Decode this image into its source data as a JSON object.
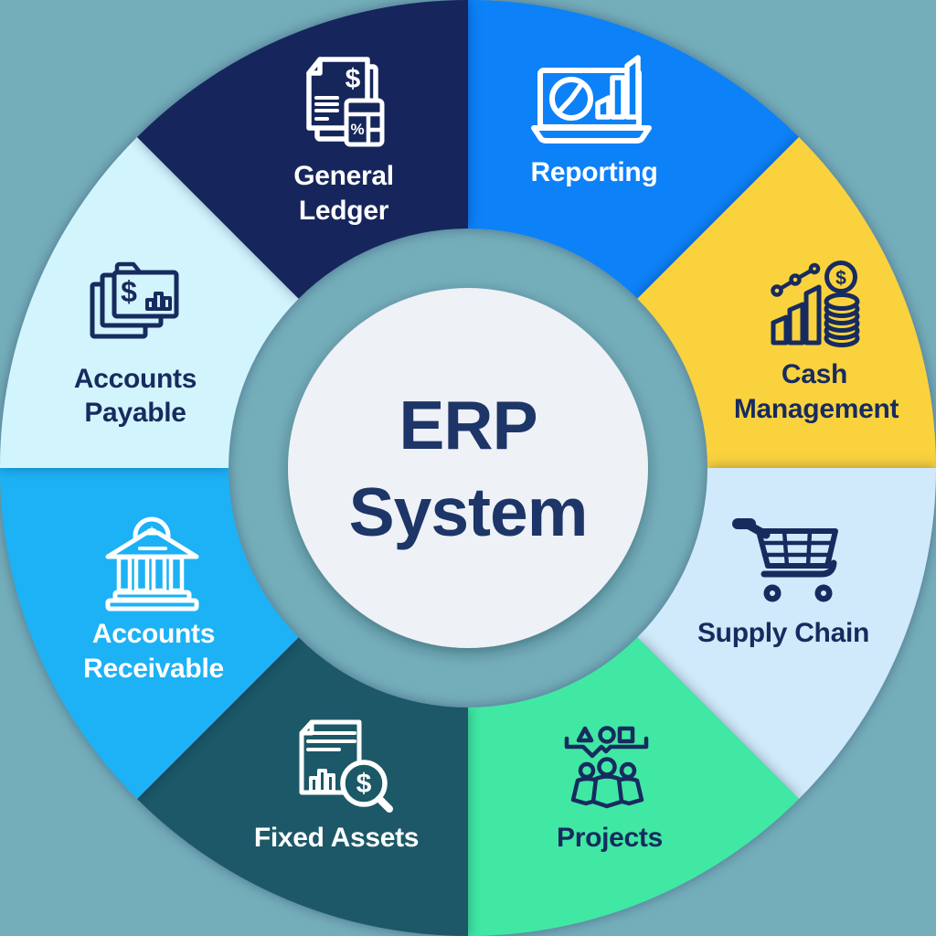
{
  "diagram_title": "ERP System",
  "background_color": "#74aebb",
  "center": {
    "line1": "ERP",
    "line2": "System",
    "circle_color": "#eef1f6",
    "text_color": "#1d3567"
  },
  "glyphs": {
    "dollar": "$",
    "percent": "%"
  },
  "palette": {
    "white": "#ffffff",
    "navy_ink": "#172b5f",
    "ring_teal": "#74aebb"
  },
  "segments": [
    {
      "id": "reporting",
      "label": "Reporting",
      "lines": [
        "Reporting"
      ],
      "color": "#0781f8",
      "text_color": "#ffffff",
      "icon": "laptop-charts-icon"
    },
    {
      "id": "cash-management",
      "label": "Cash Management",
      "lines": [
        "Cash",
        "Management"
      ],
      "color": "#f9d23c",
      "text_color": "#172b5f",
      "icon": "growth-chart-coins-icon"
    },
    {
      "id": "supply-chain",
      "label": "Supply Chain",
      "lines": [
        "Supply Chain"
      ],
      "color": "#d0eafb",
      "text_color": "#172b5f",
      "icon": "shopping-cart-icon"
    },
    {
      "id": "projects",
      "label": "Projects",
      "lines": [
        "Projects"
      ],
      "color": "#3fe8a4",
      "text_color": "#172b5f",
      "icon": "team-shapes-icon"
    },
    {
      "id": "fixed-assets",
      "label": "Fixed Assets",
      "lines": [
        "Fixed Assets"
      ],
      "color": "#1c5968",
      "text_color": "#ffffff",
      "icon": "document-magnifier-icon"
    },
    {
      "id": "accounts-receivable",
      "label": "Accounts Receivable",
      "lines": [
        "Accounts",
        "Receivable"
      ],
      "color": "#1bb2f5",
      "text_color": "#ffffff",
      "icon": "bank-coin-icon"
    },
    {
      "id": "accounts-payable",
      "label": "Accounts Payable",
      "lines": [
        "Accounts",
        "Payable"
      ],
      "color": "#d2f5fd",
      "text_color": "#172b5f",
      "icon": "folders-dollar-icon"
    },
    {
      "id": "general-ledger",
      "label": "General Ledger",
      "lines": [
        "General",
        "Ledger"
      ],
      "color": "#15265b",
      "text_color": "#ffffff",
      "icon": "ledger-calculator-icon"
    }
  ]
}
